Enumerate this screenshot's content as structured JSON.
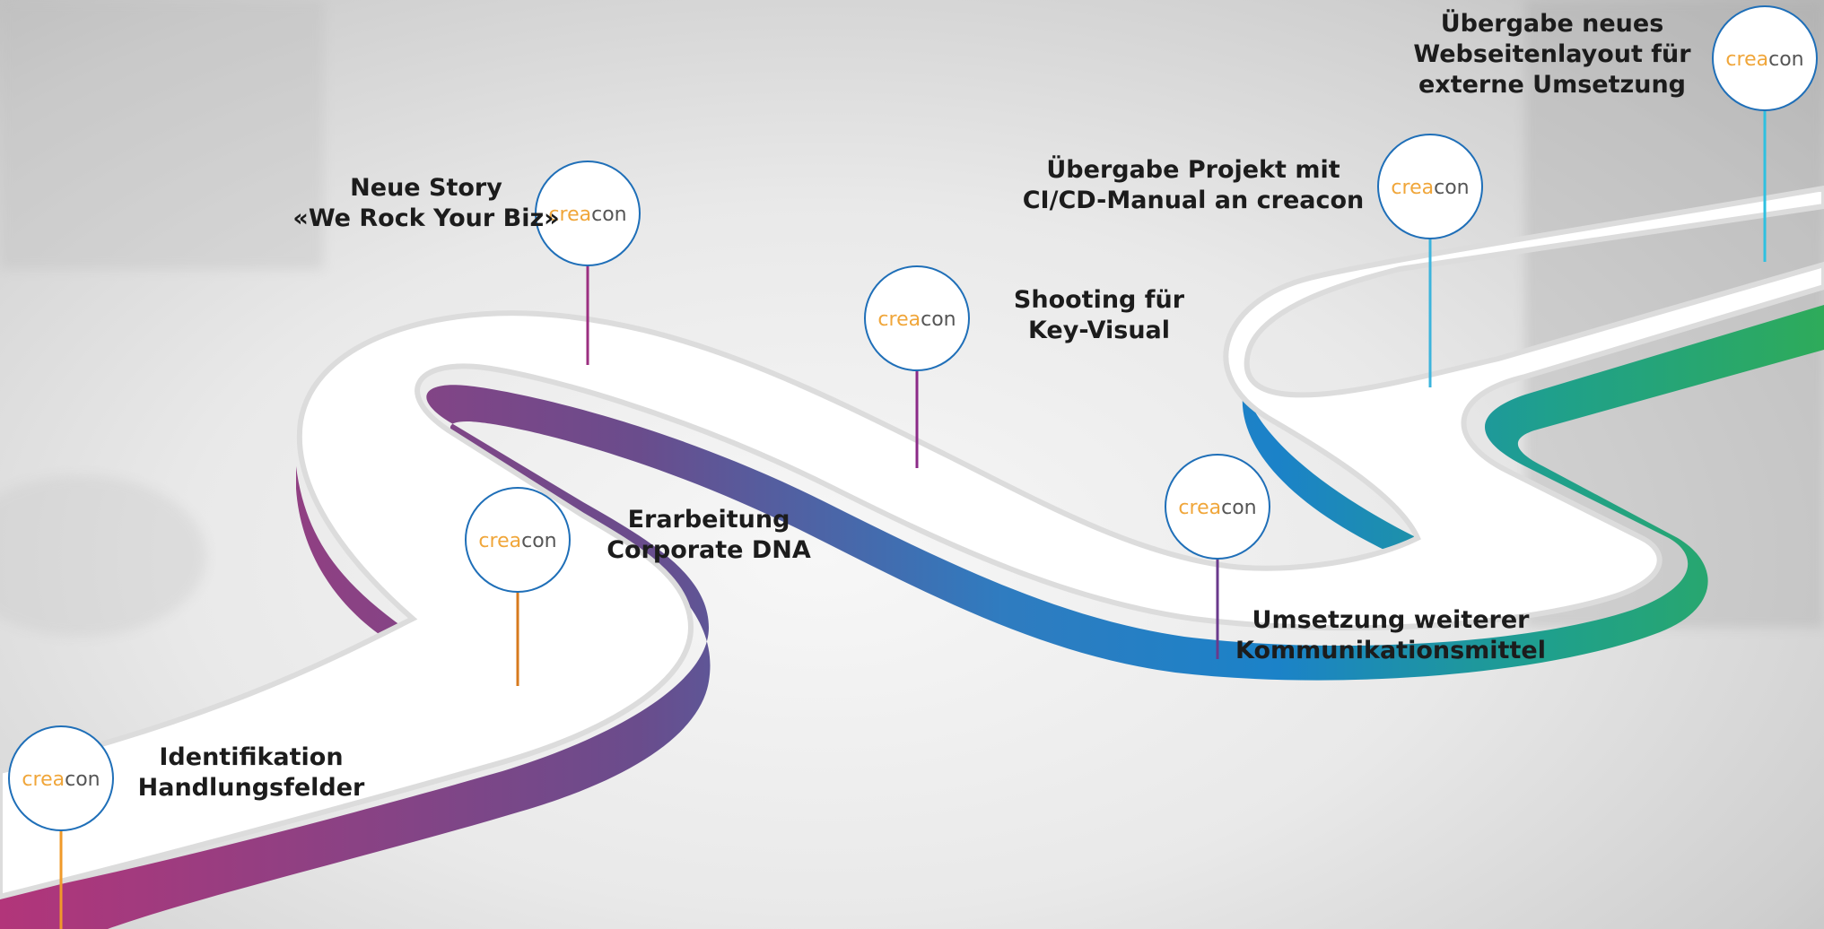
{
  "logo": {
    "part1": "crea",
    "part2": "con",
    "color1": "#f0a63a",
    "color2": "#555555"
  },
  "milestones": [
    {
      "label": "Identifikation\nHandlungsfelder",
      "pin_color": "#f09a2a"
    },
    {
      "label": "Erarbeitung\nCorporate DNA",
      "pin_color": "#d77a1e"
    },
    {
      "label": "Neue Story\n«We Rock Your Biz»",
      "pin_color": "#9b2f80"
    },
    {
      "label": "Shooting für\nKey-Visual",
      "pin_color": "#8b2a87"
    },
    {
      "label": "Umsetzung weiterer\nKommunikationsmittel",
      "pin_color": "#6a3a8c"
    },
    {
      "label": "Übergabe Projekt mit\nCI/CD-Manual an creacon",
      "pin_color": "#3cb4dc"
    },
    {
      "label": "Übergabe neues\nWebseitenlayout für\nexterne Umsetzung",
      "pin_color": "#2fc0e0"
    }
  ],
  "road_gradient": [
    "#b2357a",
    "#6a4c8c",
    "#2f7cc0",
    "#1b82c8",
    "#1fa08c",
    "#2eab5a"
  ],
  "circle_stroke": "#1f6fb8"
}
